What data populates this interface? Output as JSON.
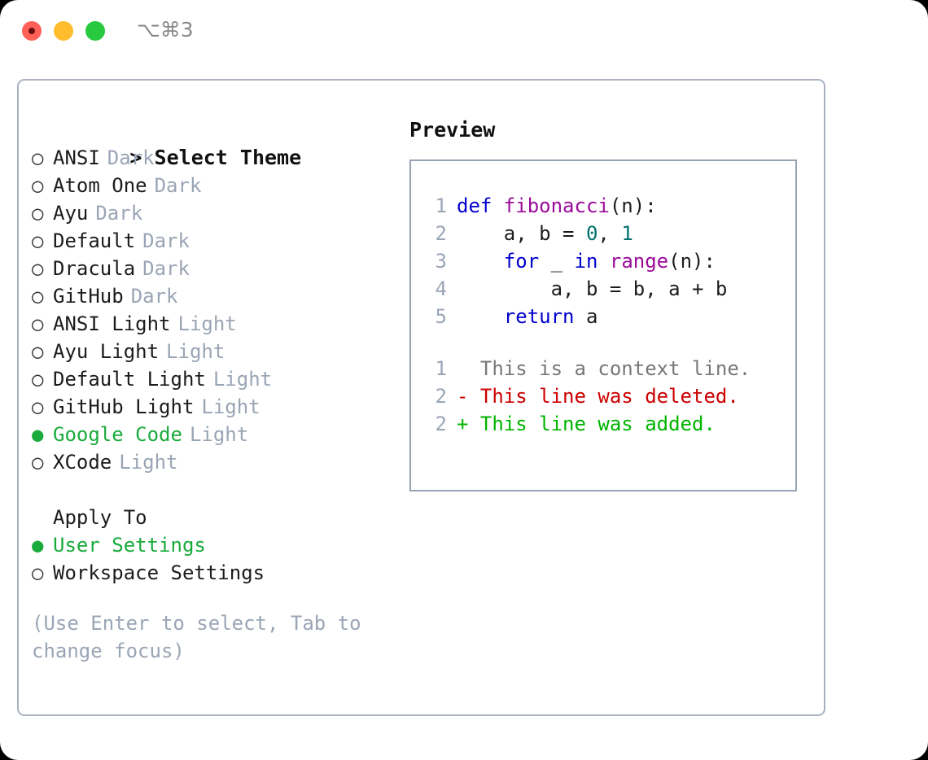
{
  "titlebar": {
    "traffic_lights": [
      {
        "name": "close",
        "color": "#ff6159"
      },
      {
        "name": "minimize",
        "color": "#ffbd2e"
      },
      {
        "name": "zoom",
        "color": "#27c93f"
      }
    ],
    "shortcut": "⌥⌘3"
  },
  "theme_panel": {
    "header": "Select Theme",
    "caret": ">",
    "bullet_selected": "●",
    "bullet_unselected": "○",
    "accent_color": "#1aab3c",
    "tag_color": "#9aa5b5",
    "items": [
      {
        "label": "ANSI",
        "tag": "Dark",
        "selected": false
      },
      {
        "label": "Atom One",
        "tag": "Dark",
        "selected": false
      },
      {
        "label": "Ayu",
        "tag": "Dark",
        "selected": false
      },
      {
        "label": "Default",
        "tag": "Dark",
        "selected": false
      },
      {
        "label": "Dracula",
        "tag": "Dark",
        "selected": false
      },
      {
        "label": "GitHub",
        "tag": "Dark",
        "selected": false
      },
      {
        "label": "ANSI Light",
        "tag": "Light",
        "selected": false
      },
      {
        "label": "Ayu Light",
        "tag": "Light",
        "selected": false
      },
      {
        "label": "Default Light",
        "tag": "Light",
        "selected": false
      },
      {
        "label": "GitHub Light",
        "tag": "Light",
        "selected": false
      },
      {
        "label": "Google Code",
        "tag": "Light",
        "selected": true
      },
      {
        "label": "XCode",
        "tag": "Light",
        "selected": false
      }
    ]
  },
  "apply_to": {
    "header": "Apply To",
    "items": [
      {
        "label": "User Settings",
        "selected": true
      },
      {
        "label": "Workspace Settings",
        "selected": false
      }
    ]
  },
  "hint": "(Use Enter to select, Tab to change focus)",
  "preview": {
    "title": "Preview",
    "code_lines": [
      {
        "num": "1",
        "tokens": [
          {
            "t": "def ",
            "k": "kw"
          },
          {
            "t": "fibonacci",
            "k": "fn"
          },
          {
            "t": "(n):",
            "k": "punc"
          }
        ]
      },
      {
        "num": "2",
        "tokens": [
          {
            "t": "    a, b = ",
            "k": "id"
          },
          {
            "t": "0",
            "k": "num"
          },
          {
            "t": ", ",
            "k": "punc"
          },
          {
            "t": "1",
            "k": "num"
          }
        ]
      },
      {
        "num": "3",
        "tokens": [
          {
            "t": "    ",
            "k": "id"
          },
          {
            "t": "for",
            "k": "kw"
          },
          {
            "t": " _ ",
            "k": "id"
          },
          {
            "t": "in",
            "k": "kw"
          },
          {
            "t": " ",
            "k": "id"
          },
          {
            "t": "range",
            "k": "fn"
          },
          {
            "t": "(n):",
            "k": "punc"
          }
        ]
      },
      {
        "num": "4",
        "tokens": [
          {
            "t": "        a, b = b, a + b",
            "k": "id"
          }
        ]
      },
      {
        "num": "5",
        "tokens": [
          {
            "t": "    ",
            "k": "id"
          },
          {
            "t": "return",
            "k": "kw"
          },
          {
            "t": " a",
            "k": "id"
          }
        ]
      }
    ],
    "diff_lines": [
      {
        "num": "1",
        "marker": " ",
        "text": " This is a context line.",
        "kind": "ctx"
      },
      {
        "num": "2",
        "marker": "-",
        "text": " This line was deleted.",
        "kind": "del"
      },
      {
        "num": "2",
        "marker": "+",
        "text": " This line was added.",
        "kind": "add"
      }
    ]
  }
}
